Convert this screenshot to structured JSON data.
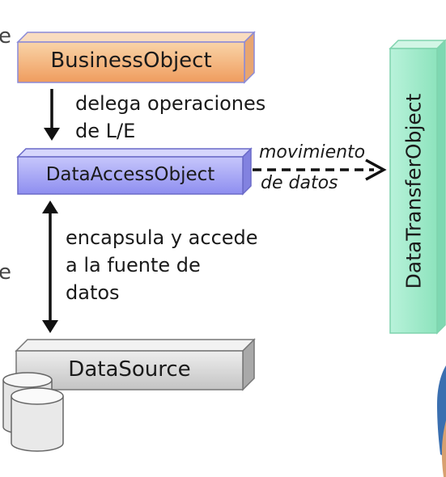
{
  "boxes": {
    "business_object": {
      "label": "BusinessObject",
      "color": "#f2a86a"
    },
    "data_access_object": {
      "label": "DataAccessObject",
      "color": "#9b9bf2"
    },
    "data_source": {
      "label": "DataSource",
      "color": "#cfcfcf"
    },
    "data_transfer_object": {
      "label": "DataTransferObject",
      "color": "#9ee8c8"
    }
  },
  "edges": {
    "delegates": {
      "line1": "delega operaciones",
      "line2": "de L/E"
    },
    "encapsulates": {
      "line1": "encapsula y accede",
      "line2": "a la fuente de",
      "line3": "datos"
    },
    "data_movement": {
      "line1": "movimiento",
      "line2": "de datos"
    }
  },
  "cropped_text": {
    "left_top": "e",
    "left_mid": "e"
  }
}
